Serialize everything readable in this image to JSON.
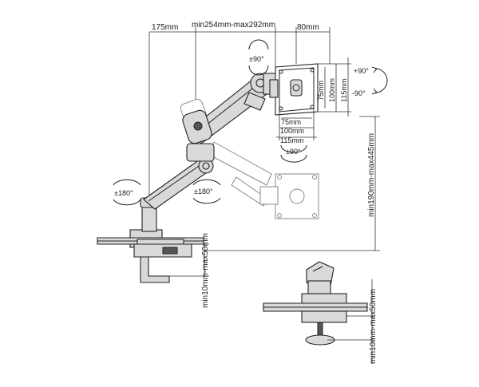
{
  "dimensions": {
    "offset": "175mm",
    "arm_reach": "min254mm-max292mm",
    "vesa_top": "80mm",
    "height_range": "min190mm-max445mm",
    "clamp_range_main": "min10mm-max50mm",
    "clamp_range_grommet": "min10mm-max50mm"
  },
  "vesa_sizes": {
    "v_75": "75mm",
    "v_100": "100mm",
    "v_115": "115mm",
    "h_75": "75mm",
    "h_100": "100mm",
    "h_115": "115mm"
  },
  "rotations": {
    "tilt": "±90°",
    "tilt_up": "+90°",
    "tilt_down": "-90°",
    "swivel": "±90°",
    "arm_lower": "±180°",
    "arm_upper": "±180°"
  }
}
